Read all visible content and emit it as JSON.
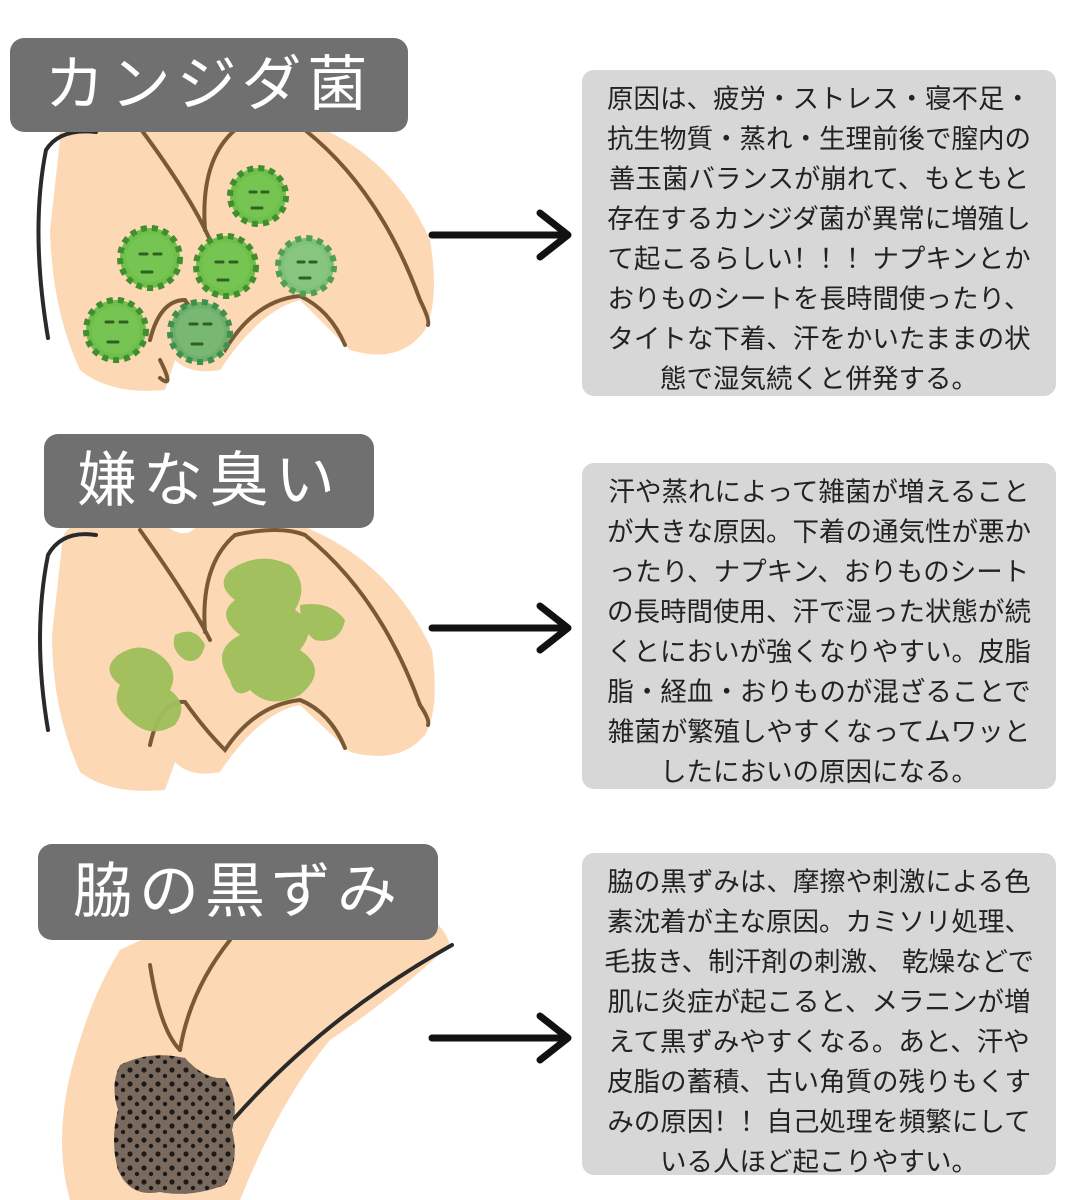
{
  "sections": [
    {
      "title": "カンジダ菌",
      "lines": [
        "原因は、疲労・ストレス・寝不足・",
        "抗生物質・蒸れ・生理前後で膣内の",
        "善玉菌バランスが崩れて、もともと",
        "存在するカンジダ菌が異常に増殖し",
        "て起こるらしい！！！ナプキンとか",
        "おりものシートを長時間使ったり、",
        "タイトな下着、汗をかいたままの状",
        "態で湿気続くと併発する。"
      ]
    },
    {
      "title": "嫌な臭い",
      "lines": [
        "汗や蒸れによって雑菌が増えること",
        "が大きな原因。下着の通気性が悪か",
        "ったり、ナプキン、おりものシート",
        "の長時間使用、汗で湿った状態が続",
        "くとにおいが強くなりやすい。皮脂",
        "脂・経血・おりものが混ざることで",
        "雑菌が繁殖しやすくなってムワッと",
        "したにおいの原因になる。"
      ]
    },
    {
      "title": "脇の黒ずみ",
      "lines": [
        "脇の黒ずみは、摩擦や刺激による色",
        "素沈着が主な原因。カミソリ処理、",
        "毛抜き、制汗剤の刺激、 乾燥などで",
        "肌に炎症が起こると、メラニンが増",
        "えて黒ずみやすくなる。あと、汗や",
        "皮脂の蓄積、古い角質の残りもくす",
        "みの原因！！自己処理を頻繁にして",
        "いる人ほど起こりやすい。"
      ]
    }
  ],
  "colors": {
    "skin": "#fcd9b4",
    "outline_dark": "#2a2a2a",
    "outline_brown": "#7a5a36",
    "germ_green": "#6fbf4a",
    "germ_green_dark": "#3f8f2f",
    "smell_green": "#9fbf5a",
    "underarm_dark": "#7a6a5e",
    "tag_bg": "#707070",
    "box_bg": "#d7d7d7"
  }
}
